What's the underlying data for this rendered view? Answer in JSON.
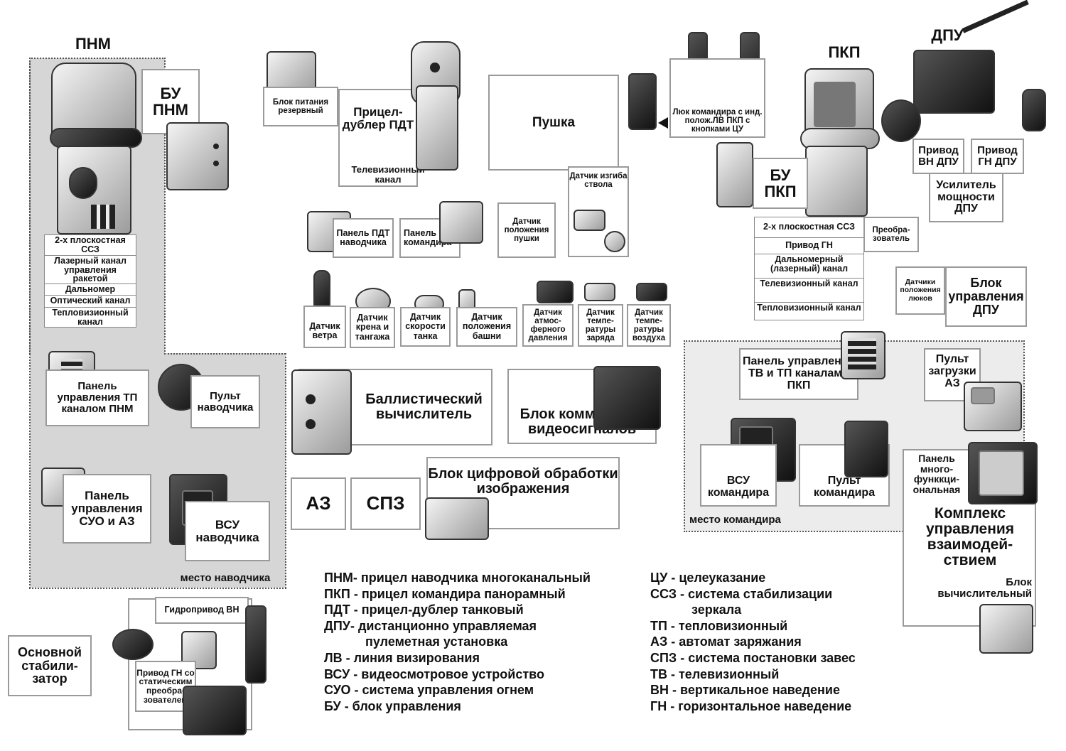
{
  "gunner_zone": {
    "title": "ПНМ",
    "bu_pnm": "БУ ПНМ",
    "pnm_channels": [
      "2-х плоскостная ССЗ",
      "Лазерный канал управления ракетой",
      "Дальномер",
      "Оптический канал",
      "Тепловизионный канал"
    ],
    "tp_panel": "Панель управления ТП каналом ПНМ",
    "gunner_console": "Пульт наводчика",
    "suo_panel": "Панель управления СУО и АЗ",
    "vsu_gunner": "ВСУ наводчика",
    "place": "место наводчика"
  },
  "center": {
    "reserve_power": "Блок питания резервный",
    "pdt_title": "Прицел-дублер ПДТ",
    "pdt_tv": "Телевизионный канал",
    "gun": "Пушка",
    "gun_bend_sensor": "Датчик изгиба ствола",
    "gun_position_sensor": "Датчик положения пушки",
    "pdt_gunner_panel": "Панель ПДТ наводчика",
    "pdt_commander_panel": "Панель ПДТ командира",
    "sensors": [
      "Датчик ветра",
      "Датчик крена и тангажа",
      "Датчик скорости танка",
      "Датчик положения башни",
      "Датчик атмос- ферного давления",
      "Датчик темпе- ратуры заряда",
      "Датчик темпе- ратуры воздуха"
    ],
    "ballistic": "Баллистический вычислитель",
    "video_switch": "Блок коммутации видеосигналов",
    "az": "АЗ",
    "spz": "СПЗ",
    "digital_block": "Блок цифровой обработки изображения"
  },
  "commander": {
    "hatch": "Люк командира с инд. полож.ЛВ ПКП с кнопками ЦУ",
    "pkp_title": "ПКП",
    "dpu_title": "ДПУ",
    "bu_pkp": "БУ ПКП",
    "vn_drive": "Привод ВН ДПУ",
    "gn_drive": "Привод ГН ДПУ",
    "amplifier": "Усилитель мощности ДПУ",
    "pkp_channels": [
      "2-х плоскостная ССЗ",
      "Привод ГН",
      "Дальномерный (лазерный) канал",
      "Телевизионный канал",
      "Тепловизионный канал"
    ],
    "converter": "Преобра- зователь",
    "hatch_sensors": "Датчики положения люков",
    "dpu_control": "Блок управления ДПУ",
    "tv_tp_panel": "Панель управления ТВ и ТП каналами ПКП",
    "az_load": "Пульт загрузки АЗ",
    "vsu_commander": "ВСУ командира",
    "commander_console": "Пульт командира",
    "place": "место командира",
    "multi_panel": "Панель много- функкци- ональная",
    "complex": "Комплекс управления взаимодей- ствием",
    "computer": "Блок вычислительный"
  },
  "stabilizer": {
    "title": "Основной стабили- затор",
    "hydro": "Гидропривод ВН",
    "gn_drive": "Привод ГН со статическим преобра- зователем"
  },
  "legend_left": [
    {
      "text": "ПНМ- прицел наводчика многоканальный",
      "indent": false
    },
    {
      "text": "ПКП - прицел командира панорамный",
      "indent": false
    },
    {
      "text": "ПДТ - прицел-дублер танковый",
      "indent": false
    },
    {
      "text": "ДПУ- дистанционно управляемая",
      "indent": false
    },
    {
      "text": "пулеметная установка",
      "indent": true
    },
    {
      "text": "ЛВ - линия визирования",
      "indent": false
    },
    {
      "text": "ВСУ - видеосмотровое устройство",
      "indent": false
    },
    {
      "text": "СУО - система управления огнем",
      "indent": false
    },
    {
      "text": "БУ - блок управления",
      "indent": false
    }
  ],
  "legend_right": [
    {
      "text": "ЦУ - целеуказание",
      "indent": false
    },
    {
      "text": "ССЗ - система стабилизации",
      "indent": false
    },
    {
      "text": "зеркала",
      "indent": true
    },
    {
      "text": "ТП - тепловизионный",
      "indent": false
    },
    {
      "text": "АЗ - автомат заряжания",
      "indent": false
    },
    {
      "text": "СПЗ - система постановки завес",
      "indent": false
    },
    {
      "text": "ТВ - телевизионный",
      "indent": false
    },
    {
      "text": "ВН - вертикальное наведение",
      "indent": false
    },
    {
      "text": "ГН - горизонтальное наведение",
      "indent": false
    }
  ]
}
